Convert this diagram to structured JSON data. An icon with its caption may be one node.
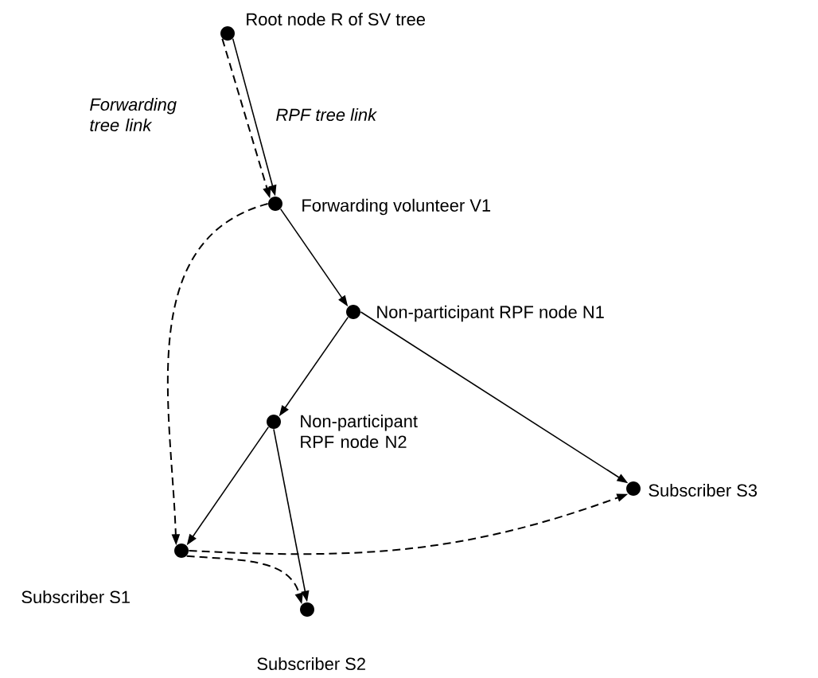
{
  "diagram": {
    "nodes": [
      {
        "text": [],
        "shape": "circle",
        "beside": [
          "Root node R of SV tree"
        ]
      },
      {
        "text": [],
        "shape": "circle",
        "beside": [
          "Forwarding volunteer V1"
        ]
      },
      {
        "text": [],
        "shape": "circle",
        "beside": [
          "Non-participant RPF node N1"
        ]
      },
      {
        "text": [],
        "shape": "circle",
        "beside": [
          "Non-participant RPF node N2"
        ]
      },
      {
        "text": [],
        "shape": "circle",
        "beside": [
          "Subscriber S3"
        ]
      },
      {
        "text": [],
        "shape": "circle",
        "beside": [
          "Subscriber S1"
        ]
      },
      {
        "text": [],
        "shape": "circle",
        "beside": [
          "Subscriber S2"
        ]
      }
    ],
    "edges": [
      {
        "from": 0,
        "to": 1,
        "arrow": "to"
      },
      {
        "from": 0,
        "to": 1,
        "arrow": "to",
        "style": "dashed"
      },
      {
        "from": 1,
        "to": 2,
        "arrow": "to"
      },
      {
        "from": 2,
        "to": 3,
        "arrow": "to"
      },
      {
        "from": 2,
        "to": 4,
        "arrow": "to"
      },
      {
        "from": 3,
        "to": 5,
        "arrow": "to"
      },
      {
        "from": 3,
        "to": 6,
        "arrow": "to"
      },
      {
        "from": 1,
        "to": 5,
        "arrow": "to",
        "style": "dashed"
      },
      {
        "from": 5,
        "to": 4,
        "arrow": "to",
        "style": "dashed"
      },
      {
        "from": 5,
        "to": 6,
        "arrow": "to",
        "style": "dashed"
      }
    ],
    "labels": [
      "Forwarding tree link",
      "RPF tree link"
    ]
  }
}
